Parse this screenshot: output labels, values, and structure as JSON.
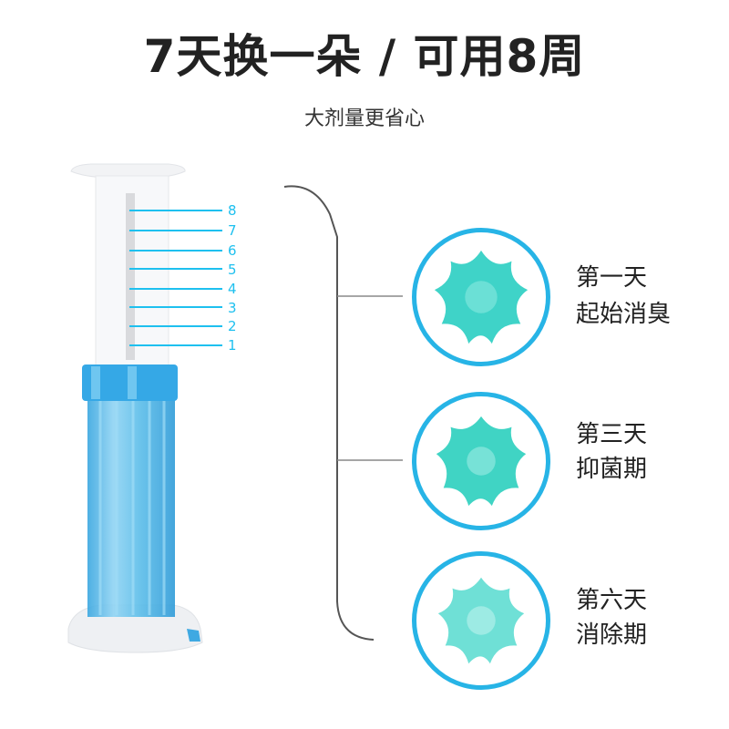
{
  "header": {
    "title": "7天换一朵 / 可用8周",
    "subtitle": "大剂量更省心"
  },
  "scale": [
    "8",
    "7",
    "6",
    "5",
    "4",
    "3",
    "2",
    "1"
  ],
  "stages": [
    {
      "day": "第一天",
      "desc": "起始消臭"
    },
    {
      "day": "第三天",
      "desc": "抑菌期"
    },
    {
      "day": "第六天",
      "desc": "消除期"
    }
  ],
  "colors": {
    "accent": "#1ec0ef",
    "ring": "#27b4e6",
    "tube": "#4fb8e8",
    "gel": "#3fd3c8"
  }
}
